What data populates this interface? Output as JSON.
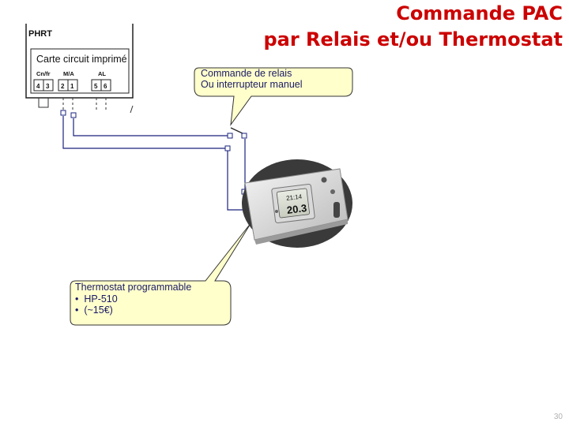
{
  "title": {
    "line1": "Commande PAC",
    "line2": "par Relais  et/ou Thermostat"
  },
  "phrt_box": {
    "label": "PHRT",
    "board_label": "Carte circuit imprimé",
    "groups": [
      {
        "label": "Cn/fr",
        "terminals": [
          "4",
          "3"
        ]
      },
      {
        "label": "M/A",
        "terminals": [
          "2",
          "1"
        ]
      },
      {
        "label": "AL",
        "terminals": [
          "5",
          "6"
        ]
      }
    ]
  },
  "relay_callout": {
    "line1": "Commande de relais",
    "line2": "Ou interrupteur manuel"
  },
  "thermostat_callout": {
    "title": "Thermostat programmable",
    "bullets": [
      "HP-510",
      "(~15€)"
    ]
  },
  "thermostat_display": {
    "time": "21:14",
    "temperature": "20.3"
  },
  "slide_number": "30",
  "colors": {
    "title": "#cc0000",
    "wire": "#1a237e",
    "callout_fill": "#ffffcc",
    "callout_text": "#1a1a66"
  }
}
